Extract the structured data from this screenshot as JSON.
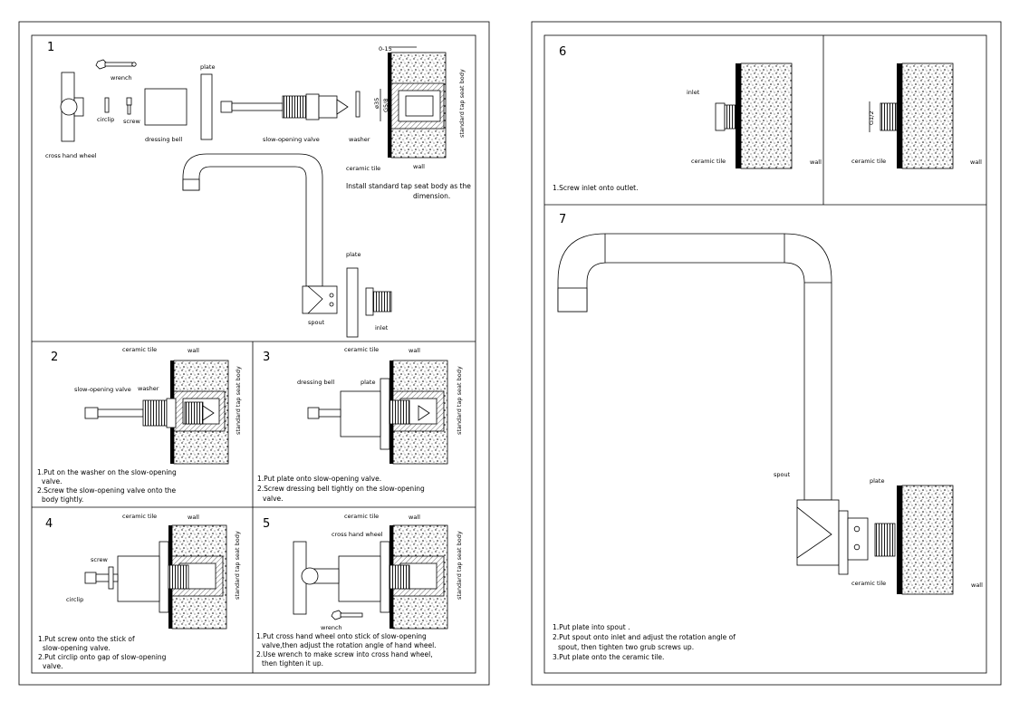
{
  "panels": {
    "p1": {
      "number": "1",
      "labels": {
        "cross_hand_wheel": "cross hand wheel",
        "wrench": "wrench",
        "circlip": "circlip",
        "screw": "screw",
        "dressing_bell": "dressing bell",
        "plate": "plate",
        "slow_opening_valve": "slow-opening valve",
        "washer": "washer",
        "standard_tap_seat_body": "standard tap seat body",
        "ceramic_tile": "ceramic tile",
        "wall": "wall",
        "dim_0_15": "0-15",
        "dim_35": "ø35",
        "dim_g5_8": "G5/8",
        "plate2": "plate",
        "spout": "spout",
        "inlet": "inlet"
      },
      "instruction_line1": "Install standard tap seat body as the",
      "instruction_line2": "dimension."
    },
    "p2": {
      "number": "2",
      "labels": {
        "ceramic_tile": "ceramic tile",
        "wall": "wall",
        "slow_opening_valve": "slow-opening valve",
        "washer": "washer",
        "standard_tap_seat_body": "standard tap seat body"
      },
      "instructions": [
        "1.Put on the washer on the slow-opening",
        "valve.",
        "2.Screw the slow-opening valve onto the",
        "body tightly."
      ]
    },
    "p3": {
      "number": "3",
      "labels": {
        "ceramic_tile": "ceramic tile",
        "wall": "wall",
        "dressing_bell": "dressing bell",
        "plate": "plate",
        "standard_tap_seat_body": "standard tap seat body"
      },
      "instructions": [
        "1.Put plate onto slow-opening valve.",
        "2.Screw dressing bell tightly on the slow-opening",
        "valve."
      ]
    },
    "p4": {
      "number": "4",
      "labels": {
        "ceramic_tile": "ceramic tile",
        "wall": "wall",
        "screw": "screw",
        "circlip": "circlip",
        "standard_tap_seat_body": "standard tap seat body"
      },
      "instructions": [
        "1.Put screw onto the stick of",
        "slow-opening valve.",
        "2.Put circlip onto gap of slow-opening",
        "valve."
      ]
    },
    "p5": {
      "number": "5",
      "labels": {
        "ceramic_tile": "ceramic tile",
        "wall": "wall",
        "cross_hand_wheel": "cross hand wheel",
        "wrench": "wrench",
        "standard_tap_seat_body": "standard tap seat body"
      },
      "instructions": [
        "1.Put cross hand wheel onto stick of slow-opening",
        "valve,then adjust the rotation angle of hand wheel.",
        "2.Use wrench to make screw into cross hand wheel,",
        "then tighten it up."
      ]
    },
    "p6": {
      "number": "6",
      "labels": {
        "inlet": "inlet",
        "ceramic_tile": "ceramic tile",
        "wall": "wall",
        "g1_2": "G1/2",
        "ceramic_tile2": "ceramic tile",
        "wall2": "wall"
      },
      "instruction": "1.Screw inlet onto outlet."
    },
    "p7": {
      "number": "7",
      "labels": {
        "spout": "spout",
        "plate": "plate",
        "ceramic_tile": "ceramic tile",
        "wall": "wall"
      },
      "instructions": [
        "1.Put plate into spout .",
        "2.Put spout onto inlet and adjust the rotation angle of",
        "spout, then tighten two grub screws up.",
        "3.Put plate onto the ceramic tile."
      ]
    }
  }
}
